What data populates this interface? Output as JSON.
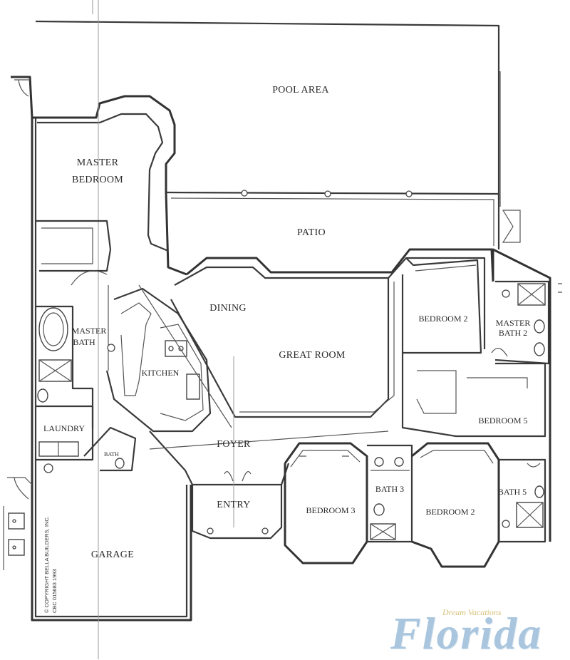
{
  "rooms": {
    "pool_area": "POOL AREA",
    "master_bedroom_1": "MASTER",
    "master_bedroom_2": "BEDROOM",
    "patio": "PATIO",
    "dining": "DINING",
    "great_room": "GREAT ROOM",
    "bedroom_2_upper": "BEDROOM 2",
    "master_bath_2_line1": "MASTER",
    "master_bath_2_line2": "BATH 2",
    "master_bath_line1": "MASTER",
    "master_bath_line2": "BATH",
    "kitchen": "KITCHEN",
    "bedroom_5": "BEDROOM 5",
    "laundry": "LAUNDRY",
    "foyer": "FOYER",
    "bath_3": "BATH 3",
    "entry": "ENTRY",
    "bedroom_3": "BEDROOM 3",
    "bedroom_2_lower": "BEDROOM 2",
    "bath_5": "BATH 5",
    "garage": "GARAGE",
    "small_label": "BATH"
  },
  "copyright": {
    "line1": "© COPYRIGHT BELLA BUILDERS, INC.",
    "line2": "CBC 015683   1993"
  },
  "logo": {
    "tagline": "Dream Vacations",
    "name": "Florida",
    "tagline_color": "#d7c07a",
    "name_color": "#a9c6de"
  }
}
